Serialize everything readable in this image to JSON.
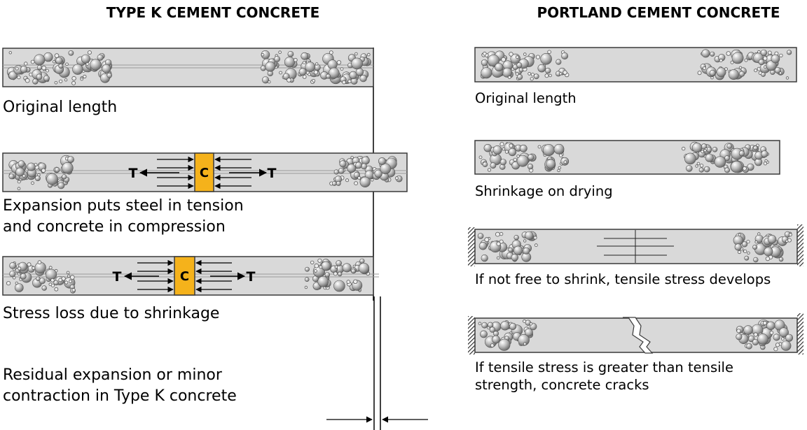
{
  "left": {
    "title": "TYPE K CEMENT CONCRETE",
    "captions": {
      "original": "Original length",
      "expansion_line1": "Expansion puts steel in tension",
      "expansion_line2": "and concrete in compression",
      "stress_loss": "Stress loss due to shrinkage",
      "residual_line1": "Residual expansion or minor",
      "residual_line2": "contraction in Type K concrete"
    },
    "tension_label": "T",
    "compression_label": "C"
  },
  "right": {
    "title": "PORTLAND CEMENT CONCRETE",
    "captions": {
      "original": "Original length",
      "shrinkage": "Shrinkage on drying",
      "restrained": "If not free to shrink, tensile stress develops",
      "cracks_line1": "If tensile stress is greater than tensile",
      "cracks_line2": "strength, concrete cracks"
    }
  },
  "colors": {
    "beam_fill": "#d9d9d9",
    "beam_stroke": "#3a3a3a",
    "compression_block": "#f5b21b",
    "text": "#000000"
  }
}
